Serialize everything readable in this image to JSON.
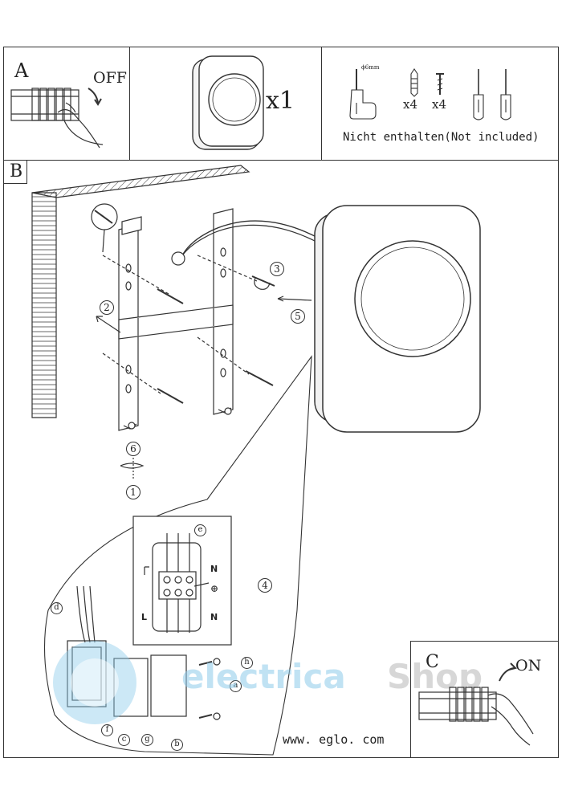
{
  "panel_a": {
    "letter": "A",
    "action": "OFF"
  },
  "panel_product": {
    "quantity": "x1"
  },
  "panel_tools": {
    "drill_size": "ϕ6mm",
    "dowel_qty": "x4",
    "screw_qty": "x4",
    "caption": "Nicht enthalten(Not included)"
  },
  "panel_b": {
    "letter": "B",
    "steps": {
      "s1": "1",
      "s2": "2",
      "s3": "3",
      "s4": "4",
      "s5": "5",
      "s6": "6"
    },
    "terminal_labels": {
      "L": "L",
      "N_top": "N",
      "N_bottom": "N",
      "ground": "⊕"
    },
    "parts": {
      "a": "a",
      "b": "b",
      "c": "c",
      "d": "d",
      "e": "e",
      "f": "f",
      "g": "g",
      "h": "h"
    }
  },
  "panel_c": {
    "letter": "C",
    "action": "ON"
  },
  "footer": {
    "url": "www. eglo. com"
  },
  "watermark": {
    "part1": "electrica",
    "part2": "Shop"
  },
  "colors": {
    "line": "#333333",
    "watermark_blue": "#8ecbea",
    "watermark_gray": "#b8b8b8"
  }
}
